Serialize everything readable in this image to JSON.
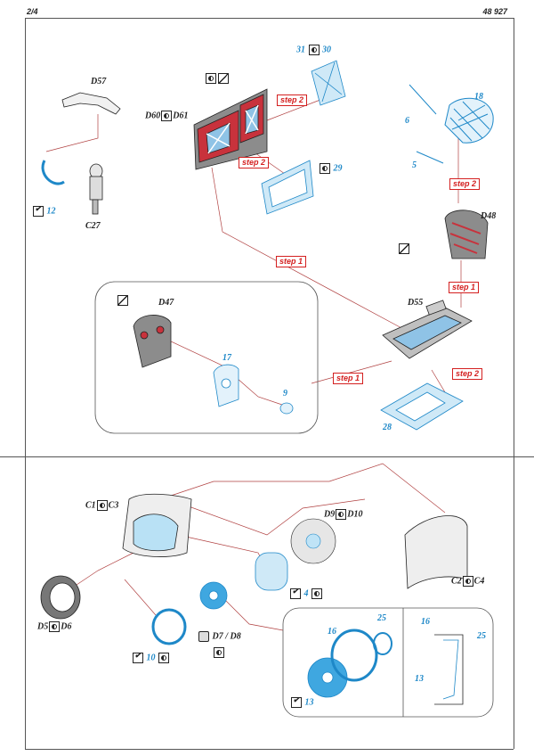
{
  "header": {
    "page": "2/4",
    "kit": "48 927"
  },
  "steps": {
    "s1": "step 1",
    "s2": "step 2"
  },
  "top": {
    "d57": "D57",
    "c27": "C27",
    "p12": "12",
    "d60": "D60",
    "d61": "D61",
    "p31": "31",
    "p30": "30",
    "p29": "29",
    "p18": "18",
    "p6": "6",
    "p5": "5",
    "d48": "D48",
    "d55": "D55",
    "p28": "28",
    "d47": "D47",
    "p17": "17",
    "p9": "9"
  },
  "bottom": {
    "c1": "C1",
    "c3": "C3",
    "d9": "D9",
    "d10": "D10",
    "c2": "C2",
    "c4": "C4",
    "d5": "D5",
    "d6": "D6",
    "p4": "4",
    "p10": "10",
    "d7d8": "D7 / D8",
    "p16a": "16",
    "p25a": "25",
    "p13a": "13",
    "p16b": "16",
    "p25b": "25",
    "p13b": "13"
  },
  "colors": {
    "accent": "#1e88c8",
    "step": "#d42020",
    "part_red": "#c8323c",
    "pe_fill": "#b9e1f5"
  }
}
